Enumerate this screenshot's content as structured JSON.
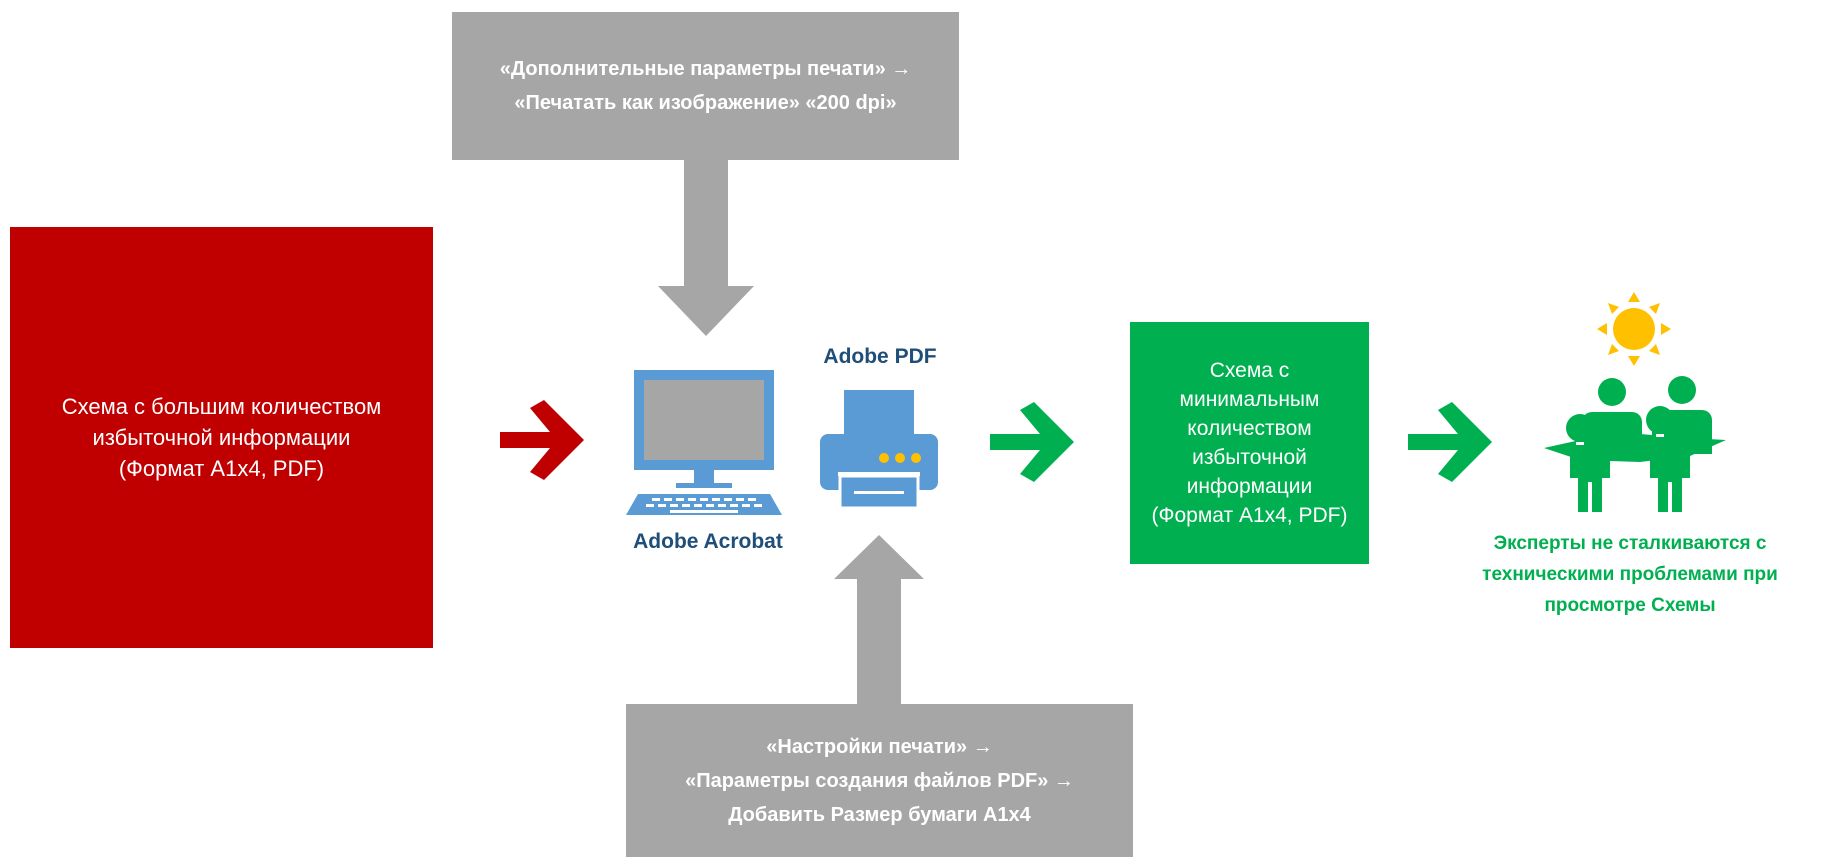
{
  "source_box": {
    "lines": [
      "Схема с большим количеством",
      "избыточной информации",
      "(Формат А1х4, PDF)"
    ],
    "color": "#c00000"
  },
  "top_settings": {
    "lines": [
      "«Дополнительные параметры печати» →",
      "«Печатать как изображение» «200 dpi»"
    ],
    "color": "#a6a6a6"
  },
  "bottom_settings": {
    "lines": [
      "«Настройки печати» →",
      "«Параметры создания файлов PDF» →",
      "Добавить Размер бумаги  А1х4"
    ],
    "color": "#a6a6a6"
  },
  "computer": {
    "icon": "computer-icon",
    "label": "Adobe Acrobat"
  },
  "printer": {
    "icon": "printer-icon",
    "label": "Adobe PDF"
  },
  "result_box": {
    "lines": [
      "Схема с",
      "минимальным",
      "количеством",
      "избыточной",
      "информации",
      "(Формат А1х4, PDF)"
    ],
    "color": "#00b050"
  },
  "experts": {
    "icon": "people-icon",
    "sun_icon": "sun-icon",
    "lines": [
      "Эксперты не сталкиваются с",
      "техническими проблемами при",
      "просмотре Схемы"
    ]
  },
  "colors": {
    "red": "#c00000",
    "green": "#00b050",
    "gray": "#a6a6a6",
    "blue": "#5b9bd5",
    "dark_blue": "#1f4e79",
    "sun": "#ffc000"
  }
}
